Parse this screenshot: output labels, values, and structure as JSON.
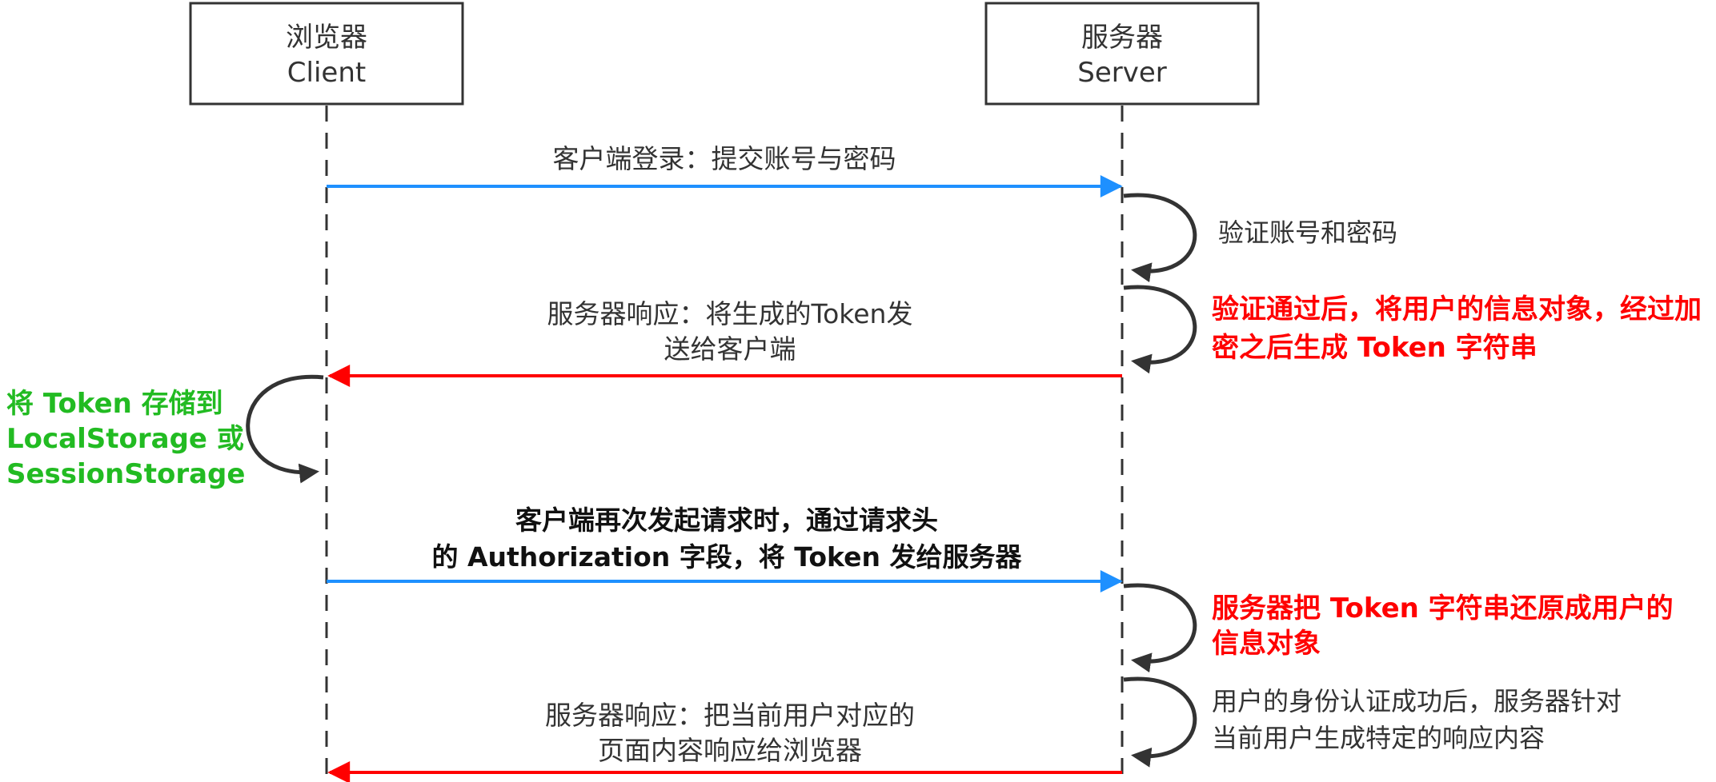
{
  "colors": {
    "request_arrow": "#1e90ff",
    "response_arrow": "#ff0000",
    "line": "#333333",
    "highlight_red": "#ff0000",
    "highlight_green": "#22bb22"
  },
  "actors": {
    "client": {
      "name": "浏览器",
      "subtitle": "Client"
    },
    "server": {
      "name": "服务器",
      "subtitle": "Server"
    }
  },
  "messages": [
    {
      "lines": [
        "客户端登录：提交账号与密码"
      ]
    },
    {
      "lines": [
        "服务器响应：将生成的Token发",
        "送给客户端"
      ]
    },
    {
      "lines": [
        "客户端再次发起请求时，通过请求头",
        "的 Authorization 字段，将 Token 发给服务器"
      ]
    },
    {
      "lines": [
        "服务器响应：把当前用户对应的",
        "页面内容响应给浏览器"
      ]
    }
  ],
  "notes": {
    "verify": [
      "验证账号和密码"
    ],
    "generate": [
      "验证通过后，将用户的信息对象，经过加",
      "密之后生成 Token 字符串"
    ],
    "store": [
      "将 Token 存储到",
      "LocalStorage 或",
      "SessionStorage"
    ],
    "restore": [
      "服务器把 Token 字符串还原成用户的",
      "信息对象"
    ],
    "respond": [
      "用户的身份认证成功后，服务器针对",
      "当前用户生成特定的响应内容"
    ]
  }
}
